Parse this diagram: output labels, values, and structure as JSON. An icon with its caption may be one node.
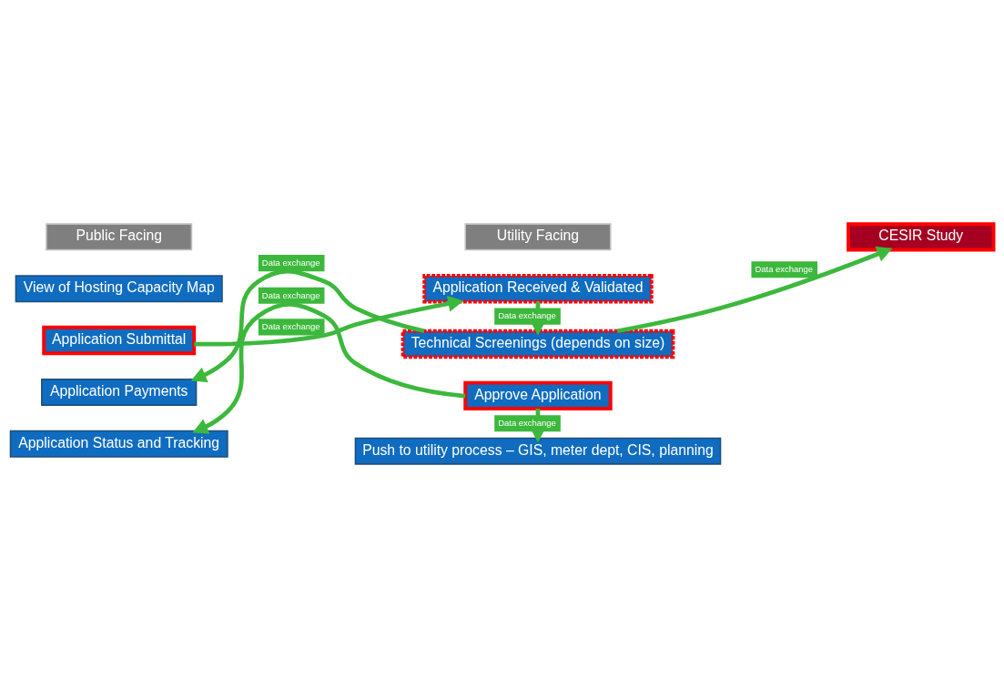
{
  "diagram": {
    "nodes": [
      {
        "text": [
          "Public Facing"
        ]
      },
      {
        "text": [
          "Utility Facing"
        ]
      },
      {
        "text": [
          "View of Hosting Capacity Map"
        ]
      },
      {
        "text": [
          "Application Submittal"
        ]
      },
      {
        "text": [
          "Application Payments"
        ]
      },
      {
        "text": [
          "Application Status and Tracking"
        ]
      },
      {
        "text": [
          "Application Received & Validated"
        ]
      },
      {
        "text": [
          "Technical Screenings (depends on size)"
        ]
      },
      {
        "text": [
          "Approve Application"
        ]
      },
      {
        "text": [
          "Push to utility process – GIS, meter dept, CIS, planning"
        ]
      },
      {
        "text": [
          "CESIR Study"
        ]
      }
    ],
    "edges": [
      {
        "from": 3,
        "to": 6,
        "arrow": "to",
        "label": "Data exchange"
      },
      {
        "from": 6,
        "to": 7,
        "arrow": "to",
        "label": "Data exchange"
      },
      {
        "from": 7,
        "to": 4,
        "arrow": "to",
        "label": "Data exchange"
      },
      {
        "from": 7,
        "to": 10,
        "arrow": "to",
        "label": "Data exchange"
      },
      {
        "from": 8,
        "to": 5,
        "arrow": "to",
        "label": "Data exchange"
      },
      {
        "from": 8,
        "to": 9,
        "arrow": "to",
        "label": "Data exchange"
      }
    ]
  }
}
